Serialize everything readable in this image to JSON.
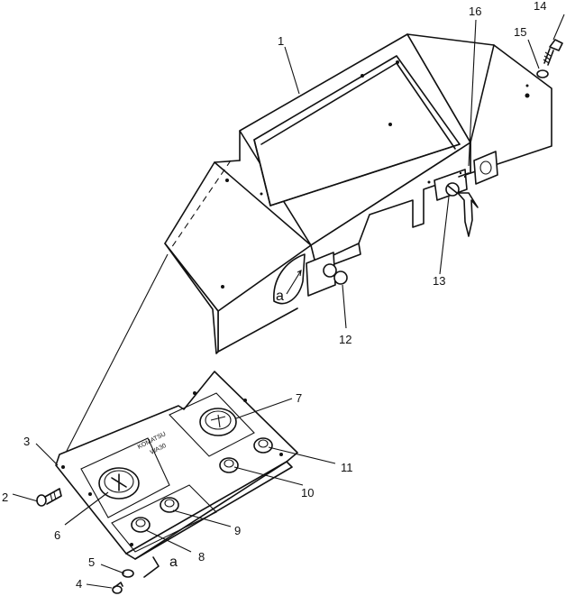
{
  "callouts": [
    {
      "id": "1",
      "text": "1"
    },
    {
      "id": "2",
      "text": "2"
    },
    {
      "id": "3",
      "text": "3"
    },
    {
      "id": "4",
      "text": "4"
    },
    {
      "id": "5",
      "text": "5"
    },
    {
      "id": "6",
      "text": "6"
    },
    {
      "id": "7",
      "text": "7"
    },
    {
      "id": "8",
      "text": "8"
    },
    {
      "id": "9",
      "text": "9"
    },
    {
      "id": "10",
      "text": "10"
    },
    {
      "id": "11",
      "text": "11"
    },
    {
      "id": "12",
      "text": "12"
    },
    {
      "id": "13",
      "text": "13"
    },
    {
      "id": "14",
      "text": "14"
    },
    {
      "id": "15",
      "text": "15"
    },
    {
      "id": "16",
      "text": "16"
    }
  ],
  "detail_marks": {
    "upper": "a",
    "lower": "a"
  },
  "panel_plate": {
    "line1": "KOMATSU",
    "line2": "WA30"
  }
}
